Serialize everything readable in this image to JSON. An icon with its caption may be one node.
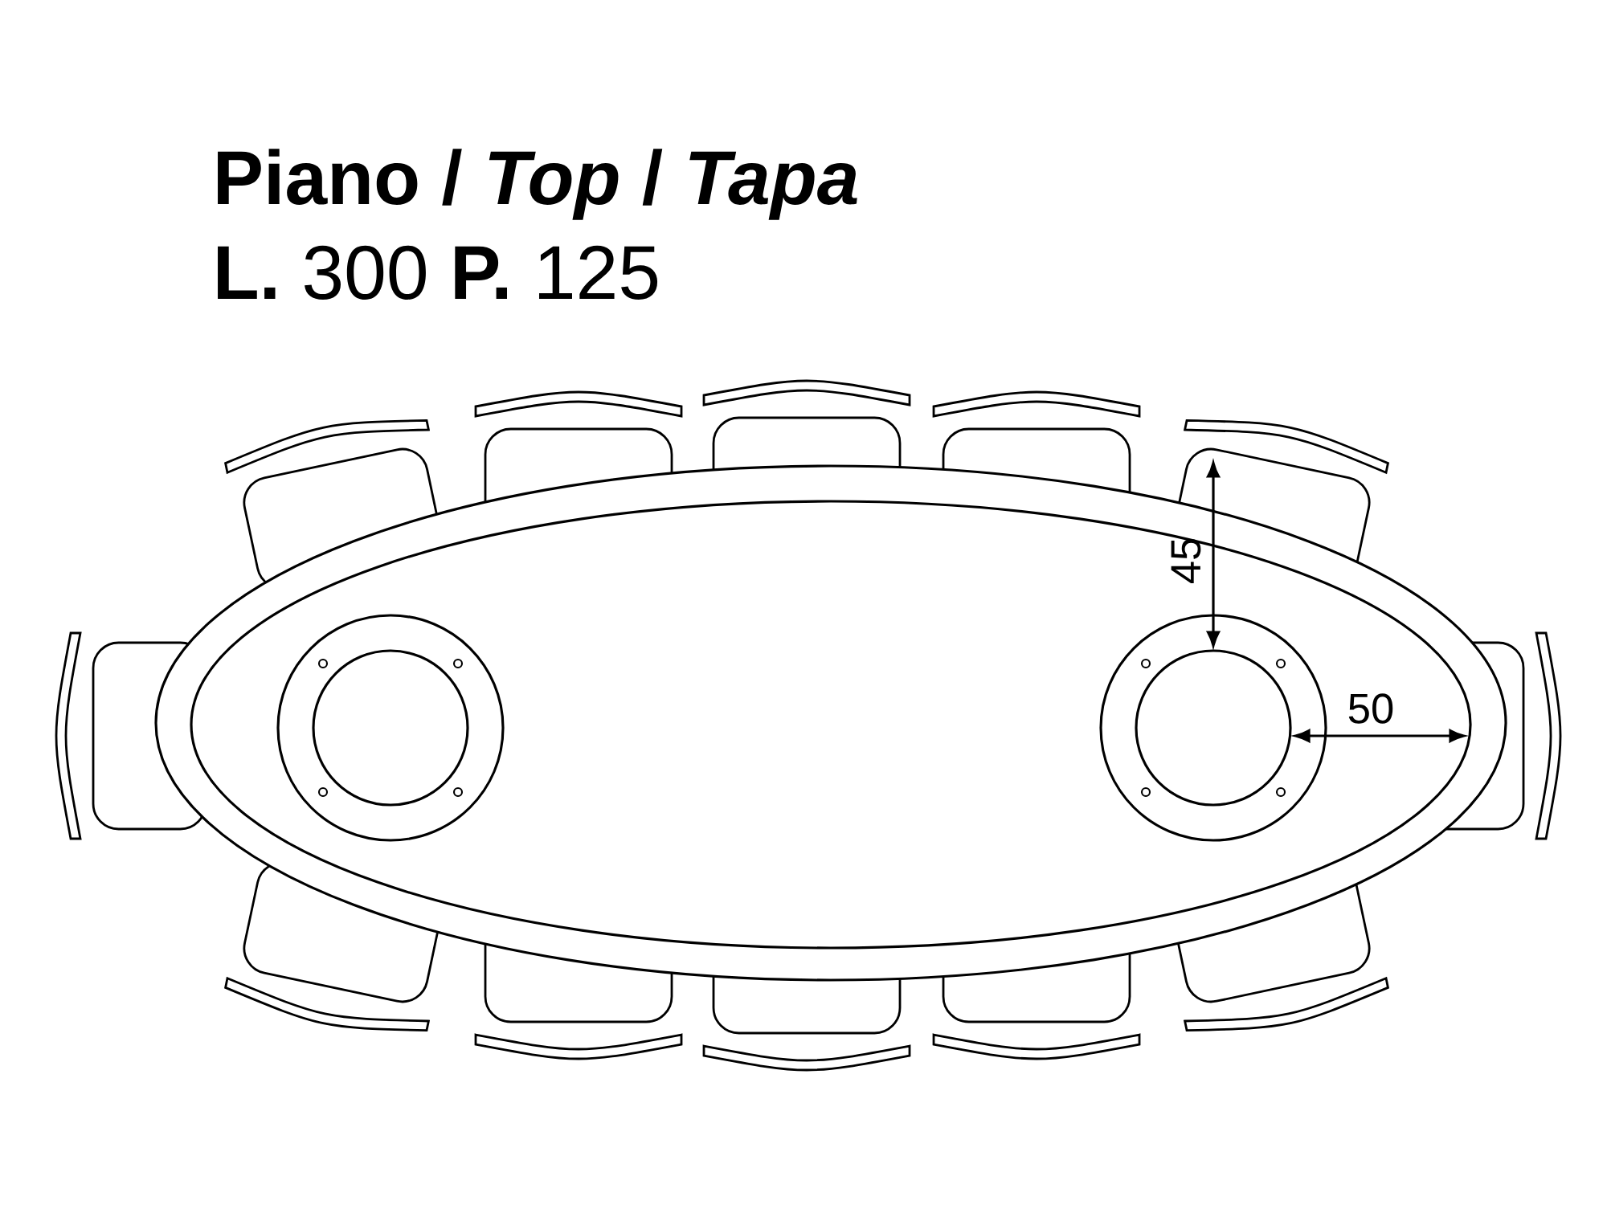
{
  "diagram": {
    "title": "Piano / *Top* / *Tapa*",
    "labels": [
      "**L.** 300 **P.** 125",
      "45",
      "50"
    ]
  }
}
